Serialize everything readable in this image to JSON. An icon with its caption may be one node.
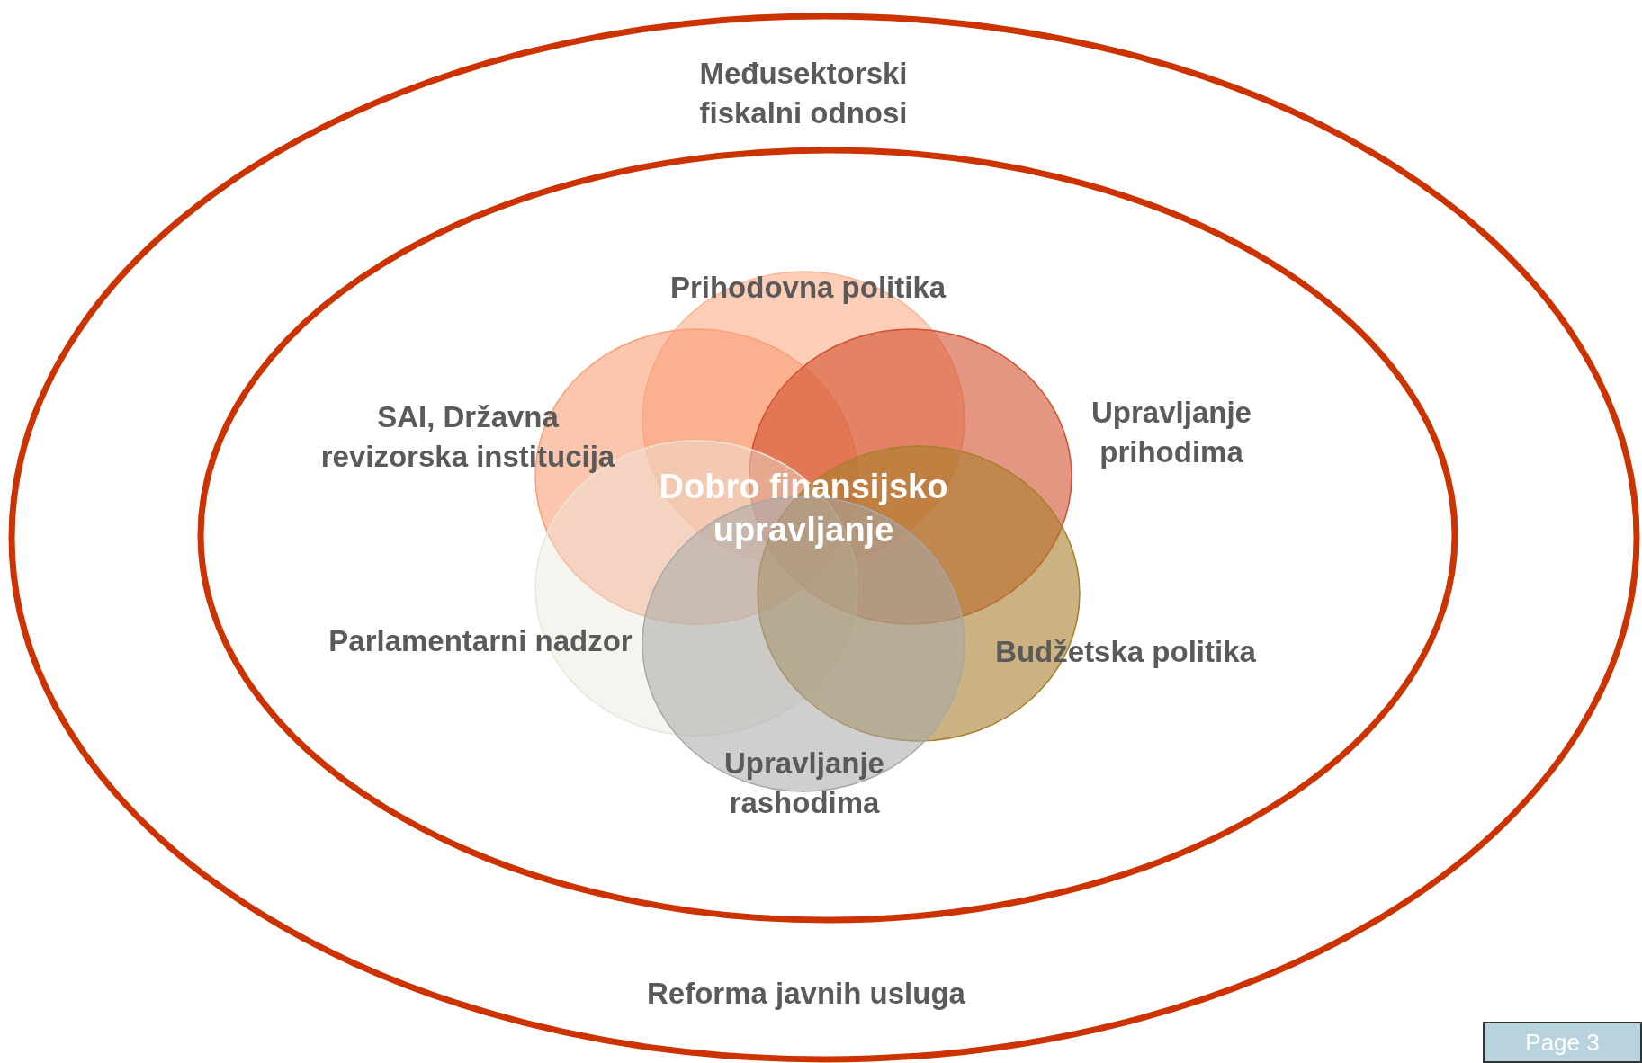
{
  "diagram": {
    "nodes": [
      {
        "text": [
          "Međusektorski fiskalni odnosi",
          "Reforma javnih usluga"
        ]
      },
      {
        "text": [],
        "shape": "ellipse",
        "in": 0
      },
      {
        "text": [
          "Prihodovna politika"
        ],
        "in": 1
      },
      {
        "text": [
          "SAI, Državna revizorska institucija"
        ],
        "in": 1
      },
      {
        "text": [
          "Upravljanje prihodima"
        ],
        "in": 1
      },
      {
        "text": [
          "Parlamentarni nadzor"
        ],
        "in": 1
      },
      {
        "text": [
          "Budžetska politika"
        ],
        "in": 1
      },
      {
        "text": [
          "Upravljanje rashodima"
        ],
        "in": 1
      },
      {
        "text": [
          "Page 3"
        ]
      }
    ],
    "labels": [
      "Dobro finansijsko upravljanje"
    ]
  }
}
